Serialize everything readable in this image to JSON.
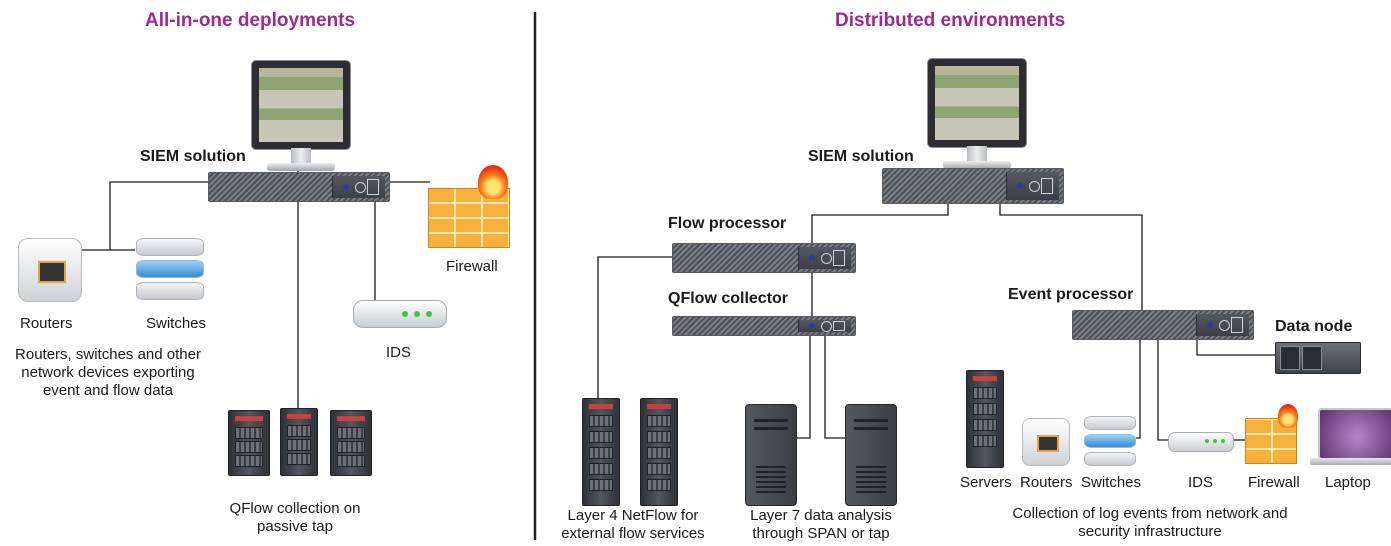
{
  "left": {
    "title": "All-in-one deployments",
    "siem_label": "SIEM solution",
    "routers_label": "Routers",
    "switches_label": "Switches",
    "devices_caption": "Routers, switches and other network devices exporting event and flow data",
    "firewall_label": "Firewall",
    "ids_label": "IDS",
    "qflow_caption": "QFlow collection on passive tap"
  },
  "right": {
    "title": "Distributed environments",
    "siem_label": "SIEM solution",
    "flow_processor_label": "Flow processor",
    "qflow_collector_label": "QFlow collector",
    "event_processor_label": "Event processor",
    "data_node_label": "Data node",
    "layer4_caption": "Layer 4 NetFlow for external flow services",
    "layer7_caption": "Layer 7 data analysis through SPAN or tap",
    "servers_label": "Servers",
    "routers_label": "Routers",
    "switches_label": "Switches",
    "ids_label": "IDS",
    "firewall_label": "Firewall",
    "laptop_label": "Laptop",
    "collection_caption": "Collection of log events from network and security infrastructure"
  },
  "colors": {
    "title": "#9e2a8f",
    "divider": "#222222",
    "lines": "#1a1a1a"
  }
}
